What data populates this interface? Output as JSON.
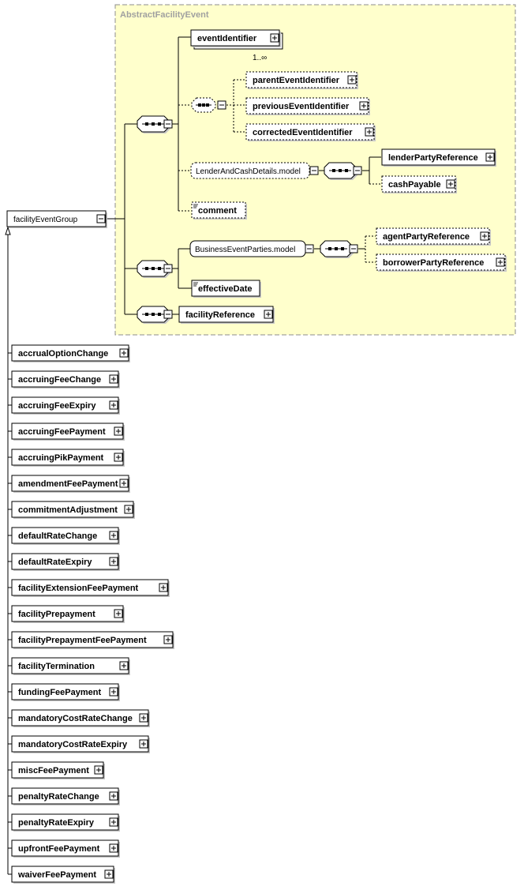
{
  "group_box_label": "AbstractFacilityEvent",
  "root": "facilityEventGroup",
  "event_identifier": "eventIdentifier",
  "event_identifier_cardinality": "1..∞",
  "choice_items": [
    "parentEventIdentifier",
    "previousEventIdentifier",
    "correctedEventIdentifier"
  ],
  "lender_model": "LenderAndCashDetails.model",
  "lender_items": [
    "lenderPartyReference",
    "cashPayable"
  ],
  "comment": "comment",
  "parties_model": "BusinessEventParties.model",
  "parties_items": [
    "agentPartyReference",
    "borrowerPartyReference"
  ],
  "effective_date": "effectiveDate",
  "facility_reference": "facilityReference",
  "derived_types": [
    "accrualOptionChange",
    "accruingFeeChange",
    "accruingFeeExpiry",
    "accruingFeePayment",
    "accruingPikPayment",
    "amendmentFeePayment",
    "commitmentAdjustment",
    "defaultRateChange",
    "defaultRateExpiry",
    "facilityExtensionFeePayment",
    "facilityPrepayment",
    "facilityPrepaymentFeePayment",
    "facilityTermination",
    "fundingFeePayment",
    "mandatoryCostRateChange",
    "mandatoryCostRateExpiry",
    "miscFeePayment",
    "penaltyRateChange",
    "penaltyRateExpiry",
    "upfrontFeePayment",
    "waiverFeePayment"
  ]
}
